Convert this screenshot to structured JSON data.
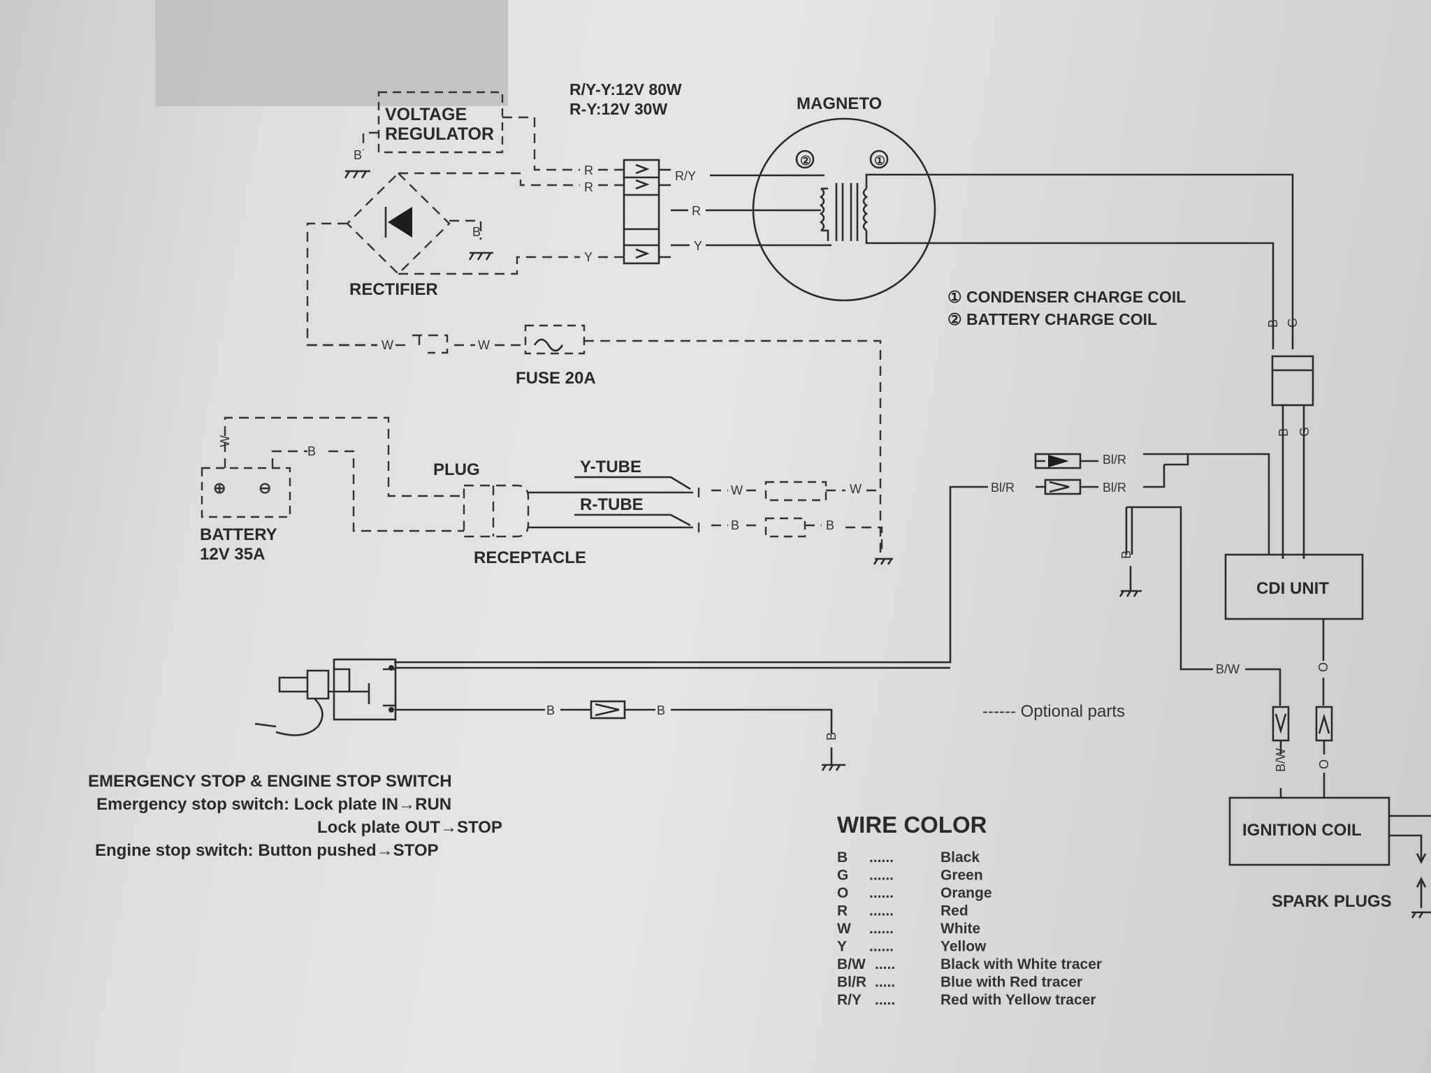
{
  "labels": {
    "voltage_regulator_1": "VOLTAGE",
    "voltage_regulator_2": "REGULATOR",
    "rating_1": "R/Y-Y:12V 80W",
    "rating_2": "R-Y:12V 30W",
    "magneto": "MAGNETO",
    "rectifier": "RECTIFIER",
    "fuse": "FUSE 20A",
    "legend_coil_1": "① CONDENSER CHARGE COIL",
    "legend_coil_2": "② BATTERY CHARGE COIL",
    "coil_num_1": "①",
    "coil_num_2": "②",
    "battery_1": "BATTERY",
    "battery_2": "12V 35A",
    "plug": "PLUG",
    "receptacle": "RECEPTACLE",
    "y_tube": "Y-TUBE",
    "r_tube": "R-TUBE",
    "cdi_unit": "CDI UNIT",
    "ignition_coil": "IGNITION COIL",
    "spark_plugs": "SPARK PLUGS",
    "optional_parts": "------ Optional parts"
  },
  "wire_tags": {
    "ry": "R/Y",
    "r": "R",
    "y": "Y",
    "w": "W",
    "b": "B",
    "g": "G",
    "o": "O",
    "bw": "B/W",
    "blr": "Bl/R"
  },
  "switch_notes": {
    "title": "EMERGENCY STOP & ENGINE STOP SWITCH",
    "line1": "Emergency stop switch: Lock plate IN→RUN",
    "line2": "Lock plate OUT→STOP",
    "line3": "Engine stop switch: Button pushed→STOP"
  },
  "wire_color": {
    "title": "WIRE COLOR",
    "entries": [
      {
        "code": "B",
        "dots": "......",
        "name": "Black"
      },
      {
        "code": "G",
        "dots": "......",
        "name": "Green"
      },
      {
        "code": "O",
        "dots": "......",
        "name": "Orange"
      },
      {
        "code": "R",
        "dots": "......",
        "name": "Red"
      },
      {
        "code": "W",
        "dots": "......",
        "name": "White"
      },
      {
        "code": "Y",
        "dots": "......",
        "name": "Yellow"
      },
      {
        "code": "B/W",
        "dots": ".....",
        "name": "Black with White tracer"
      },
      {
        "code": "Bl/R",
        "dots": ".....",
        "name": "Blue with Red tracer"
      },
      {
        "code": "R/Y",
        "dots": ".....",
        "name": "Red with Yellow tracer"
      }
    ]
  },
  "colors": {
    "ink": "#2b2b2b",
    "paper": "#e0e0e0"
  }
}
